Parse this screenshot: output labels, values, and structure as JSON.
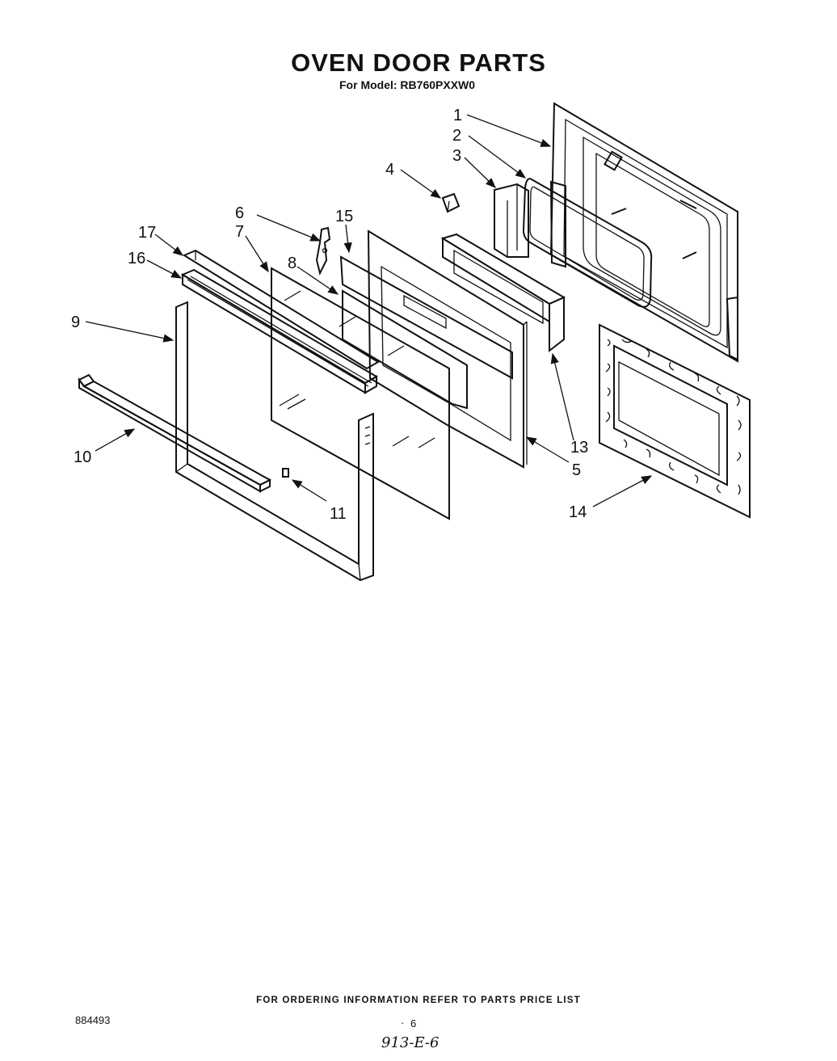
{
  "header": {
    "title": "OVEN DOOR PARTS",
    "model_line": "For Model: RB760PXXW0"
  },
  "callouts": [
    "1",
    "2",
    "3",
    "4",
    "5",
    "6",
    "7",
    "8",
    "9",
    "10",
    "11",
    "13",
    "14",
    "15",
    "16",
    "17"
  ],
  "footer": {
    "ordering_note": "FOR ORDERING INFORMATION REFER TO PARTS PRICE LIST",
    "doc_number": "884493",
    "page_number": "6",
    "page_prefix": "·",
    "handwritten_code": "913-E-6"
  }
}
